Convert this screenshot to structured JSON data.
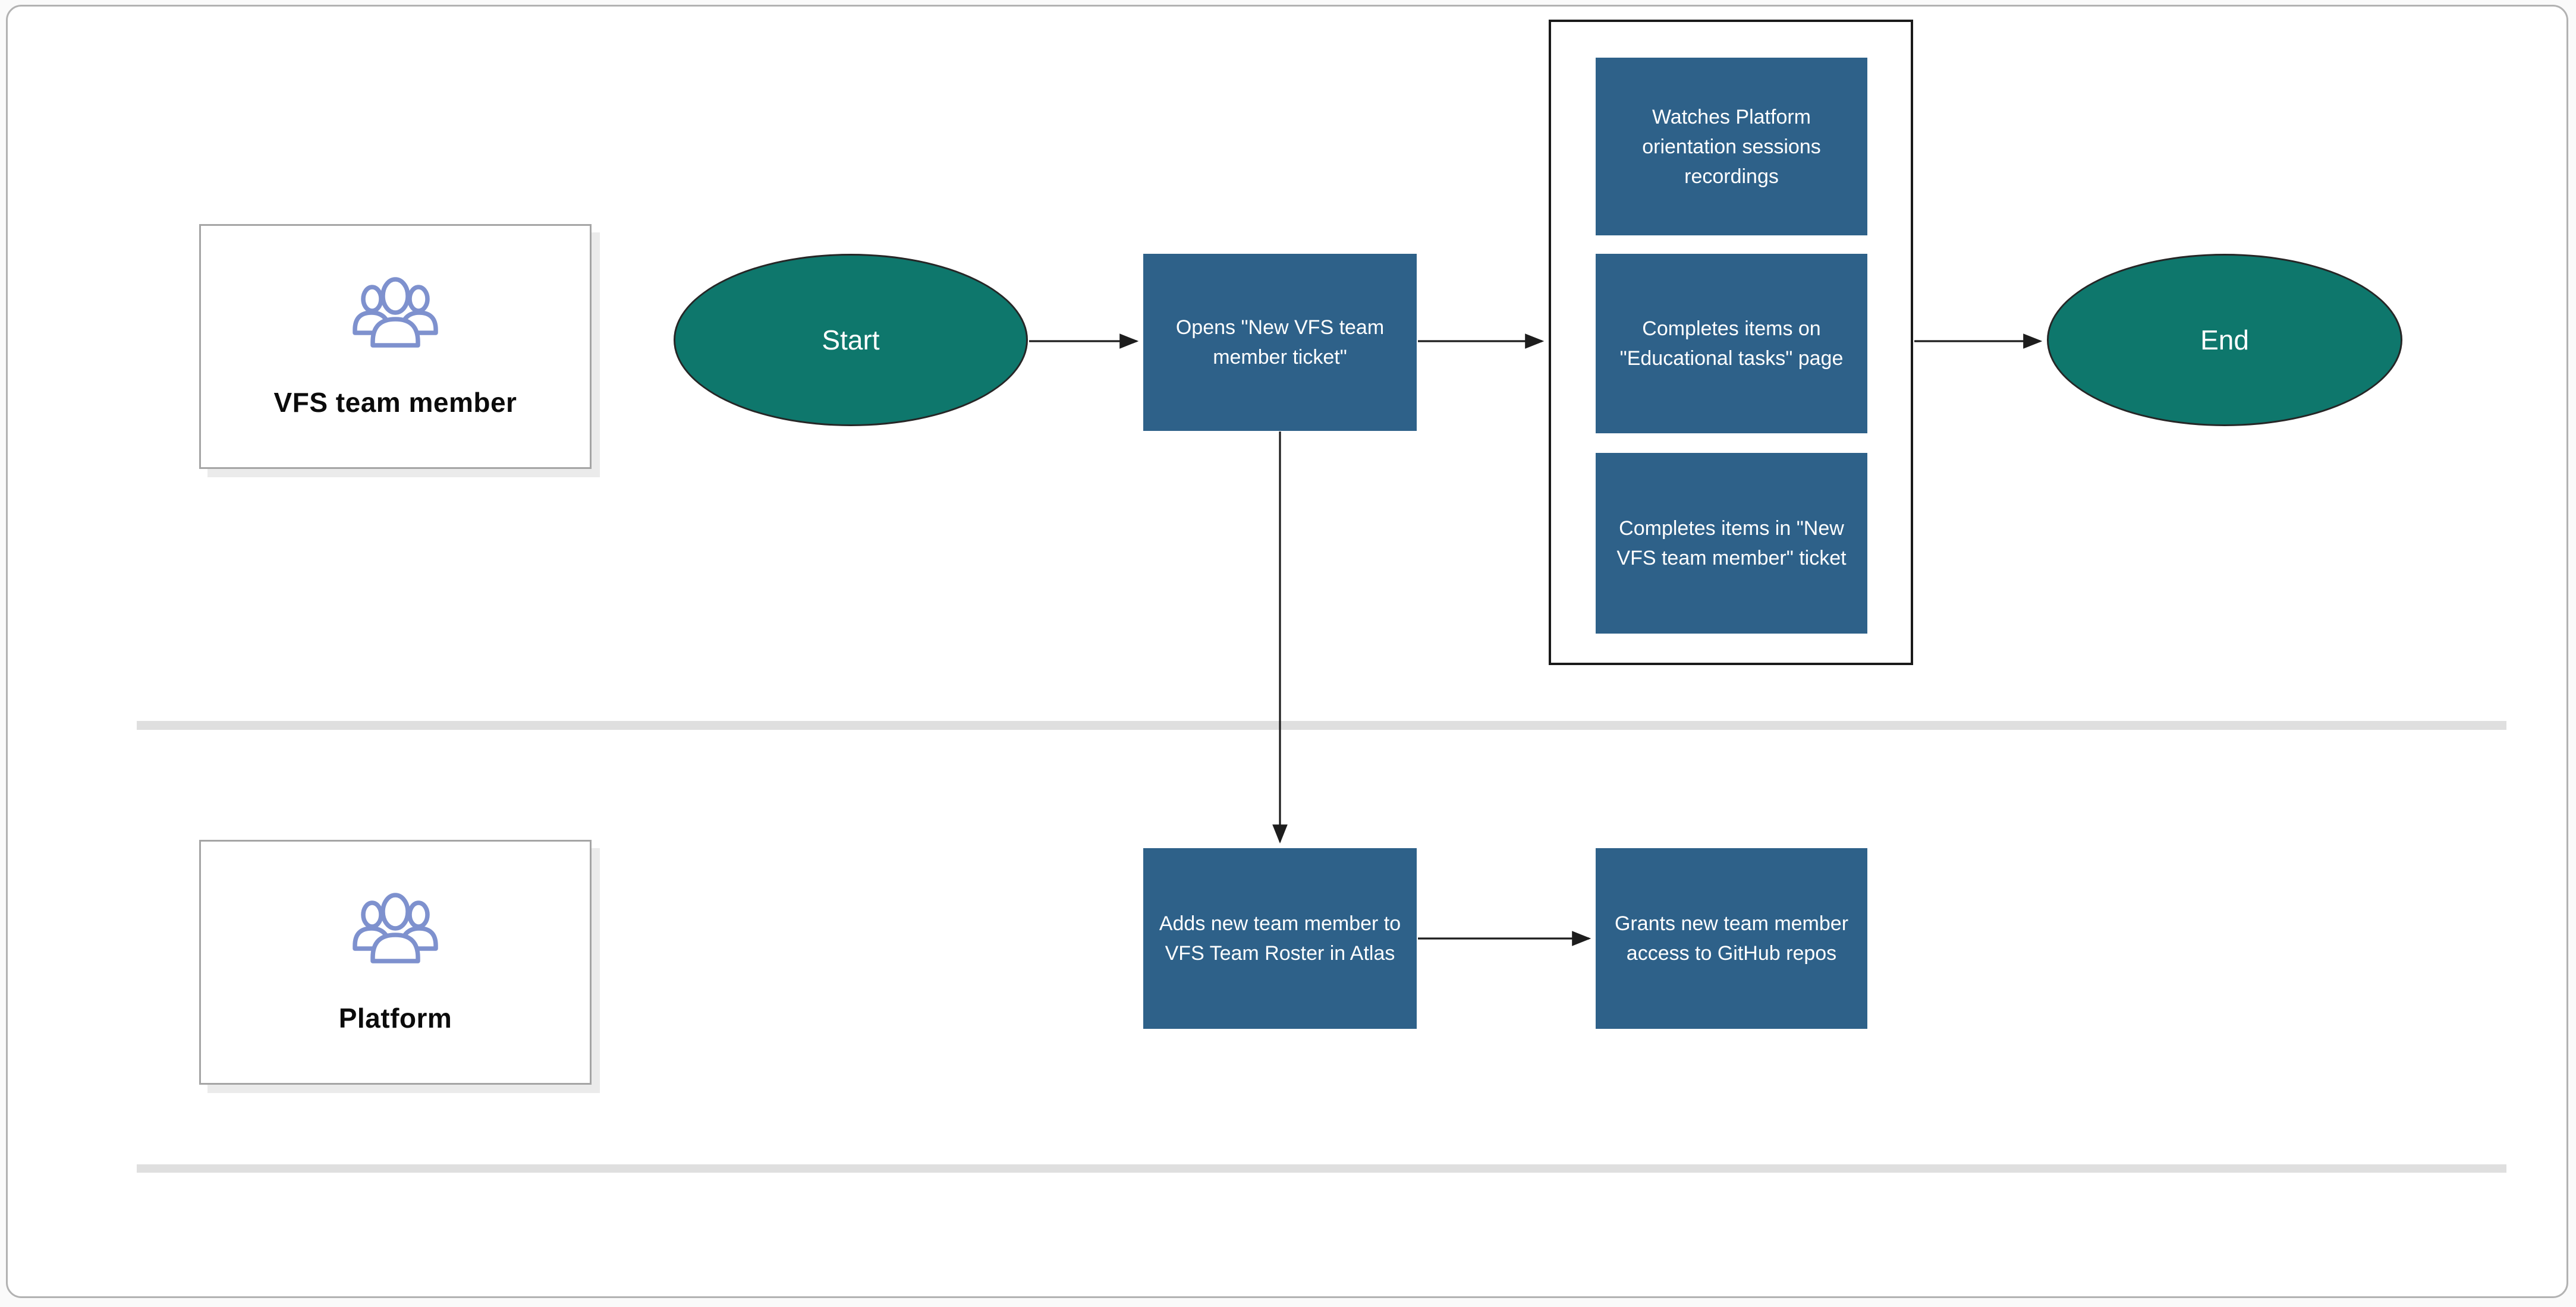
{
  "diagram": {
    "type": "swimlane-flowchart",
    "colors": {
      "process_fill": "#2e6189",
      "terminal_fill": "#0e776c",
      "terminal_border": "#262626",
      "actor_card_border": "#a5a5a5",
      "team_icon_stroke": "#7e91ce",
      "lane_divider": "#dfdfdf",
      "arrow": "#1d1d1d",
      "canvas_border": "#b2b2b2",
      "canvas_background": "#ffffff"
    },
    "lanes": [
      {
        "label": "VFS team member"
      },
      {
        "label": "Platform"
      }
    ],
    "nodes": {
      "start": {
        "label": "Start",
        "type": "terminal"
      },
      "opens": {
        "label": "Opens \"New VFS team member ticket\"",
        "type": "process"
      },
      "watches": {
        "label": "Watches Platform orientation sessions recordings",
        "type": "process"
      },
      "edu": {
        "label": "Completes items on \"Educational tasks\" page",
        "type": "process"
      },
      "ticket": {
        "label": "Completes items in \"New VFS team member\" ticket",
        "type": "process"
      },
      "adds": {
        "label": "Adds new team member to VFS Team Roster in Atlas",
        "type": "process"
      },
      "grants": {
        "label": "Grants new team member access to GitHub repos",
        "type": "process"
      },
      "end": {
        "label": "End",
        "type": "terminal"
      }
    },
    "edges": [
      {
        "from": "start",
        "to": "opens"
      },
      {
        "from": "opens",
        "to": "onboarding-group"
      },
      {
        "from": "onboarding-group",
        "to": "end"
      },
      {
        "from": "opens",
        "to": "adds"
      },
      {
        "from": "adds",
        "to": "grants"
      }
    ]
  }
}
